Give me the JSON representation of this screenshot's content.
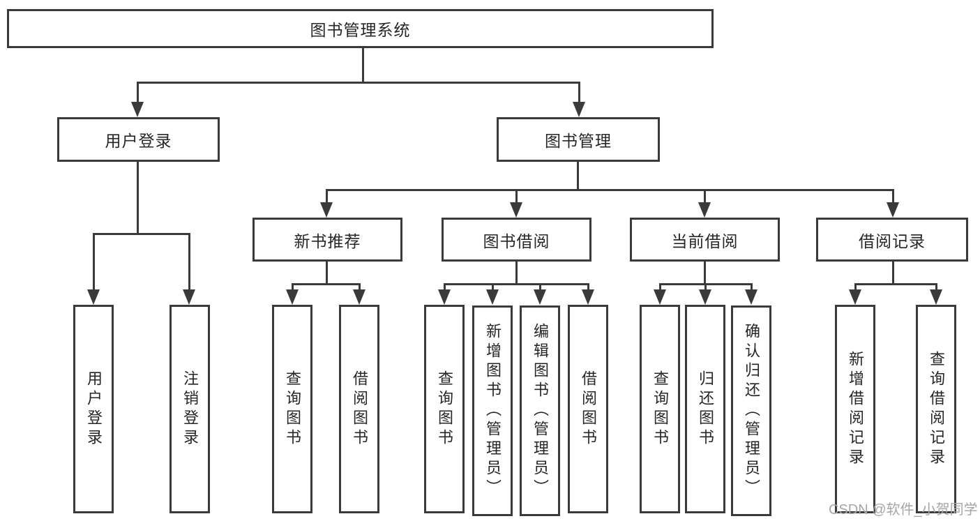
{
  "root": {
    "label": "图书管理系统"
  },
  "branches": {
    "user_login": {
      "label": "用户登录"
    },
    "book_mgmt": {
      "label": "图书管理"
    }
  },
  "modules": {
    "recommend": {
      "label": "新书推荐"
    },
    "borrow": {
      "label": "图书借阅"
    },
    "current": {
      "label": "当前借阅"
    },
    "records": {
      "label": "借阅记录"
    }
  },
  "leaves": {
    "login": [
      "用户登录",
      "注销登录"
    ],
    "recommend": [
      "查询图书",
      "借阅图书"
    ],
    "borrow": [
      "查询图书",
      "新增图书（管理员）",
      "编辑图书（管理员）",
      "借阅图书"
    ],
    "current": [
      "查询图书",
      "归还图书",
      "确认归还（管理员）"
    ],
    "records": [
      "新增借阅记录",
      "查询借阅记录"
    ]
  },
  "watermark": "CSDN @软件_小贺同学",
  "colors": {
    "line": "#3a3a3a",
    "text": "#262626",
    "watermark": "#a6a6a6",
    "background": "#ffffff"
  }
}
